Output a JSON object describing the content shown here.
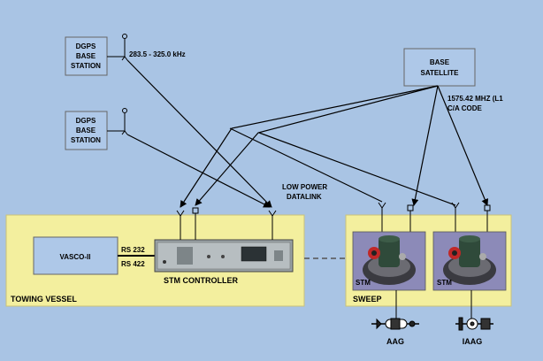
{
  "dgps1": {
    "lines": [
      "DGPS",
      "BASE",
      "STATION"
    ],
    "freq": "283.5 - 325.0 kHz"
  },
  "dgps2": {
    "lines": [
      "DGPS",
      "BASE",
      "STATION"
    ]
  },
  "satellite": {
    "lines": [
      "BASE",
      "SATELLITE"
    ],
    "freq_lines": [
      "1575.42 MHZ (L1",
      "C/A CODE"
    ]
  },
  "datalink": {
    "lines": [
      "LOW POWER",
      "DATALINK"
    ]
  },
  "towing_vessel": {
    "label": "TOWING VESSEL",
    "vasco": "VASCO-II",
    "rs232": "RS 232",
    "rs422": "RS 422",
    "controller": "STM CONTROLLER"
  },
  "sweep": {
    "label": "SWEEP",
    "stm_left": "STM",
    "stm_right": "STM"
  },
  "aag": "AAG",
  "iaag": "IAAG"
}
